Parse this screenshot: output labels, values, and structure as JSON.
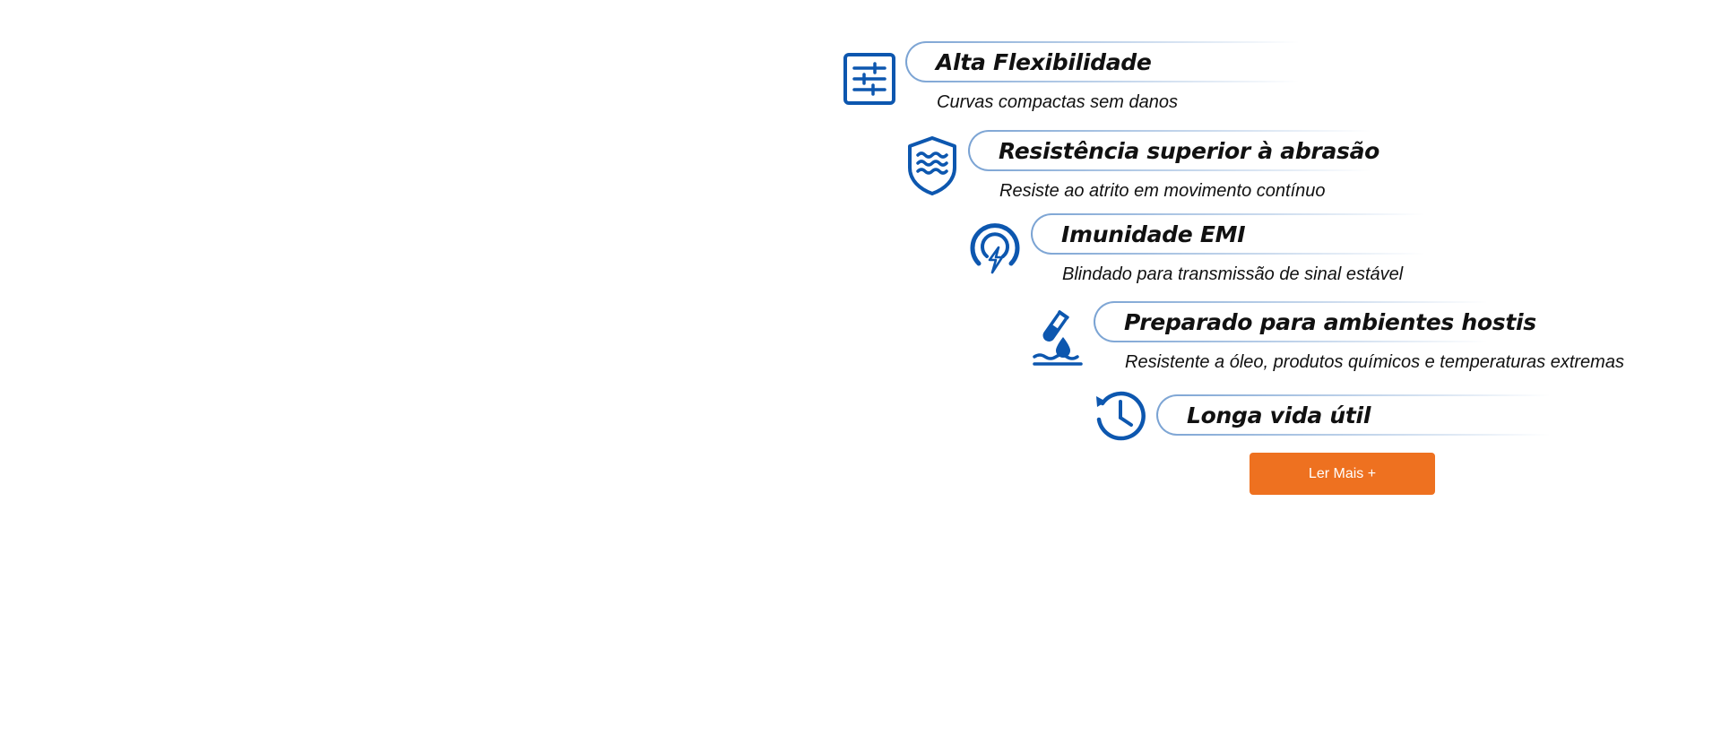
{
  "features": [
    {
      "title": "Alta Flexibilidade",
      "description": "Curvas compactas sem danos",
      "icon": "sliders-icon"
    },
    {
      "title": "Resistência superior à abrasão",
      "description": "Resiste ao atrito em movimento contínuo",
      "icon": "shield-waves-icon"
    },
    {
      "title": "Imunidade EMI",
      "description": "Blindado para transmissão de sinal estável",
      "icon": "emi-shield-bolt-icon"
    },
    {
      "title": "Preparado para ambientes hostis",
      "description": "Resistente a óleo, produtos químicos e temperaturas extremas",
      "icon": "chemical-flask-drop-icon"
    },
    {
      "title": "Longa vida útil",
      "description": "",
      "icon": "clock-history-icon"
    }
  ],
  "cta": {
    "label": "Ler Mais +"
  },
  "colors": {
    "icon_blue": "#0d57af",
    "cta_orange": "#ee7120",
    "text": "#111111",
    "background": "#ffffff"
  }
}
